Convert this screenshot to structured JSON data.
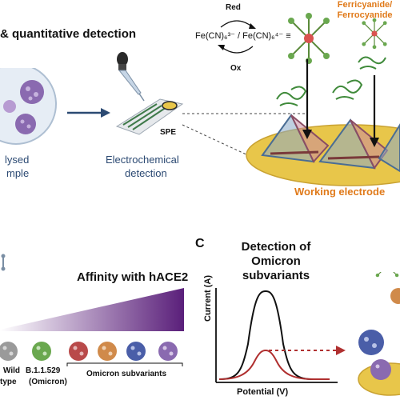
{
  "panel_b": {
    "title": "quantitative detection",
    "sample_label_line1": "lysed",
    "sample_label_line2": "mple",
    "spe_label": "SPE",
    "detection_line1": "Electrochemical",
    "detection_line2": "detection",
    "redox": {
      "red": "Red",
      "ox": "Ox",
      "equation": "Fe(CN)₆³⁻ / Fe(CN)₆⁴⁻ ≡"
    },
    "probe_line1": "Ferricyanide/",
    "probe_line2": "Ferrocyanide",
    "electrode_label": "Working electrode"
  },
  "panel_affinity": {
    "title": "Affinity with hACE2",
    "variants": [
      {
        "line1": "Wild",
        "line2": "type"
      },
      {
        "line1": "B.1.1.529",
        "line2": "(Omicron)"
      }
    ],
    "subvariants_label": "Omicron subvariants"
  },
  "panel_c": {
    "letter": "C",
    "title_line1": "Detection of",
    "title_line2": "Omicron subvariants",
    "xlabel": "Potential (V)",
    "ylabel": "Current (A)"
  },
  "colors": {
    "electrode": "#e8c64a",
    "electrode_edge": "#c9a232",
    "gradient_start": "#ffffff",
    "gradient_end": "#5a1f7a",
    "curve_high": "#111111",
    "curve_low": "#b03030",
    "arrow": "#b03030",
    "label_blue": "#2c4a73",
    "label_orange": "#e07a1a"
  }
}
